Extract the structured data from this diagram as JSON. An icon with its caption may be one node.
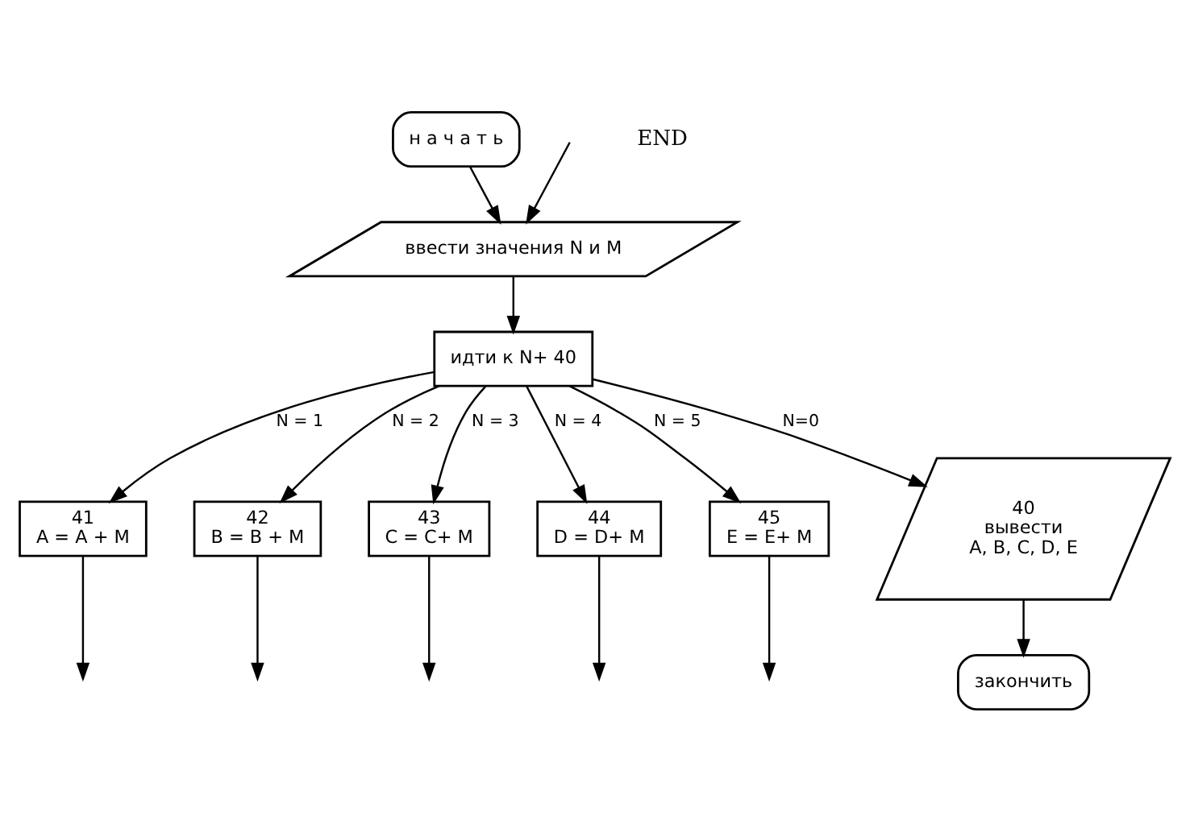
{
  "diagram": {
    "nodes": [
      {
        "text": [
          "н а ч а т ь"
        ]
      },
      {
        "text": [
          "ввести значения N и M"
        ]
      },
      {
        "text": [
          "идти к N+ 40"
        ]
      },
      {
        "text": [
          "41",
          "A = A + M"
        ]
      },
      {
        "text": [
          "42",
          "B = B + M"
        ]
      },
      {
        "text": [
          "43",
          "C = C+ M"
        ]
      },
      {
        "text": [
          "44",
          "D = D+ M"
        ]
      },
      {
        "text": [
          "45",
          "E = E+ M"
        ]
      },
      {
        "text": [
          "40",
          "вывести",
          "A, B, C, D, E"
        ]
      },
      {
        "text": [
          "закончить"
        ]
      }
    ],
    "edges": [
      {
        "from": 0,
        "to": 1,
        "arrow": "to"
      },
      {
        "from": null,
        "to": 1,
        "arrow": "to"
      },
      {
        "from": 1,
        "to": 2,
        "arrow": "to"
      },
      {
        "from": 2,
        "to": 8,
        "arrow": "to",
        "label": "N=0"
      },
      {
        "from": 2,
        "to": 3,
        "arrow": "to",
        "label": "N = 1"
      },
      {
        "from": 2,
        "to": 4,
        "arrow": "to",
        "label": "N = 2"
      },
      {
        "from": 2,
        "to": 5,
        "arrow": "to",
        "label": "N = 3"
      },
      {
        "from": 2,
        "to": 6,
        "arrow": "to",
        "label": "N = 4"
      },
      {
        "from": 2,
        "to": 7,
        "arrow": "to",
        "label": "N = 5"
      },
      {
        "from": 8,
        "to": 9,
        "arrow": "to"
      },
      {
        "from": 3,
        "to": null,
        "arrow": "to"
      },
      {
        "from": 4,
        "to": null,
        "arrow": "to"
      },
      {
        "from": 5,
        "to": null,
        "arrow": "to"
      },
      {
        "from": 6,
        "to": null,
        "arrow": "to"
      },
      {
        "from": 7,
        "to": null,
        "arrow": "to"
      }
    ],
    "labels": [
      "END"
    ]
  }
}
